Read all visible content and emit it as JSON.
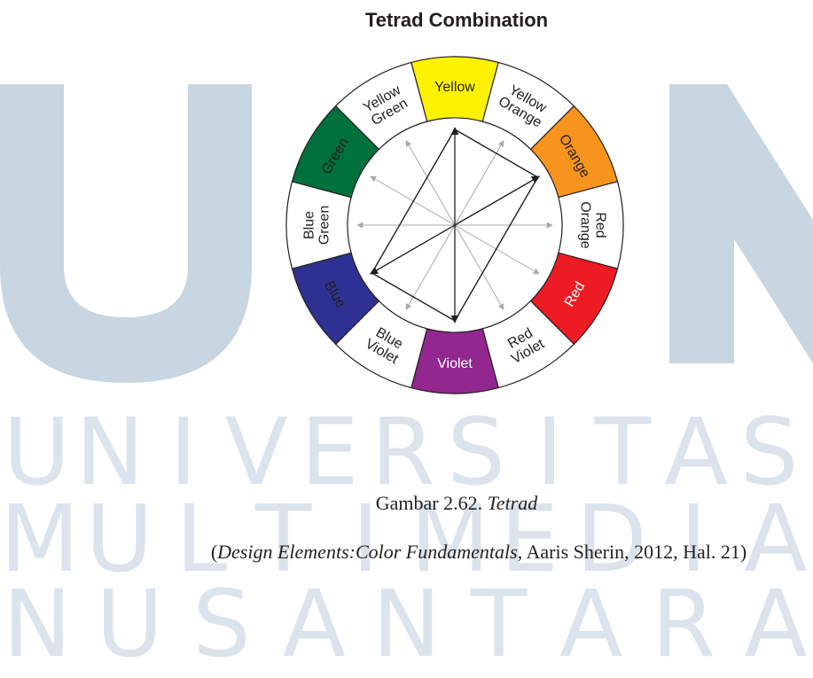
{
  "title": "Tetrad Combination",
  "watermark": {
    "shapes": [
      "U",
      "N"
    ],
    "lines": [
      [
        "U",
        "N",
        "I",
        "V",
        "E",
        "R",
        "S",
        "I",
        "T",
        "A",
        "S"
      ],
      [
        "M",
        "U",
        "L",
        "T",
        "I",
        "M",
        "E",
        "D",
        "I",
        "A"
      ],
      [
        "N",
        "U",
        "S",
        "A",
        "N",
        "T",
        "A",
        "R",
        "A"
      ]
    ],
    "color": "#c8d6e2"
  },
  "wheel": {
    "segments": [
      {
        "label": "Yellow",
        "color": "#fff200",
        "text_color": "#231f20",
        "lines": [
          "Yellow"
        ]
      },
      {
        "label": "Yellow Orange",
        "color": "#ffffff",
        "text_color": "#231f20",
        "lines": [
          "Yellow",
          "Orange"
        ]
      },
      {
        "label": "Orange",
        "color": "#f7941d",
        "text_color": "#231f20",
        "lines": [
          "Orange"
        ]
      },
      {
        "label": "Red Orange",
        "color": "#ffffff",
        "text_color": "#231f20",
        "lines": [
          "Red",
          "Orange"
        ]
      },
      {
        "label": "Red",
        "color": "#ed1c24",
        "text_color": "#ffffff",
        "lines": [
          "Red"
        ]
      },
      {
        "label": "Red Violet",
        "color": "#ffffff",
        "text_color": "#231f20",
        "lines": [
          "Red",
          "Violet"
        ]
      },
      {
        "label": "Violet",
        "color": "#92278f",
        "text_color": "#ffffff",
        "lines": [
          "Violet"
        ]
      },
      {
        "label": "Blue Violet",
        "color": "#ffffff",
        "text_color": "#231f20",
        "lines": [
          "Blue",
          "Violet"
        ]
      },
      {
        "label": "Blue",
        "color": "#2e3192",
        "text_color": "#231f20",
        "lines": [
          "Blue"
        ]
      },
      {
        "label": "Blue Green",
        "color": "#ffffff",
        "text_color": "#231f20",
        "lines": [
          "Blue",
          "Green"
        ]
      },
      {
        "label": "Green",
        "color": "#00703c",
        "text_color": "#231f20",
        "lines": [
          "Green"
        ]
      },
      {
        "label": "Yellow Green",
        "color": "#ffffff",
        "text_color": "#231f20",
        "lines": [
          "Yellow",
          "Green"
        ]
      }
    ],
    "tetrad_arrows": [
      "Yellow",
      "Orange",
      "Violet",
      "Blue"
    ],
    "other_arrows": [
      "Yellow Orange",
      "Red Orange",
      "Red",
      "Red Violet",
      "Blue Violet",
      "Blue Green",
      "Green",
      "Yellow Green"
    ],
    "arrow_colors": {
      "tetrad": "#231f20",
      "other": "#a7a9ac"
    }
  },
  "caption": {
    "prefix": "Gambar 2.62. ",
    "italic": "Tetrad"
  },
  "source": {
    "open": "(",
    "italic": "Design Elements:Color Fundamentals",
    "rest": ", Aaris Sherin, 2012, Hal. 21)"
  }
}
